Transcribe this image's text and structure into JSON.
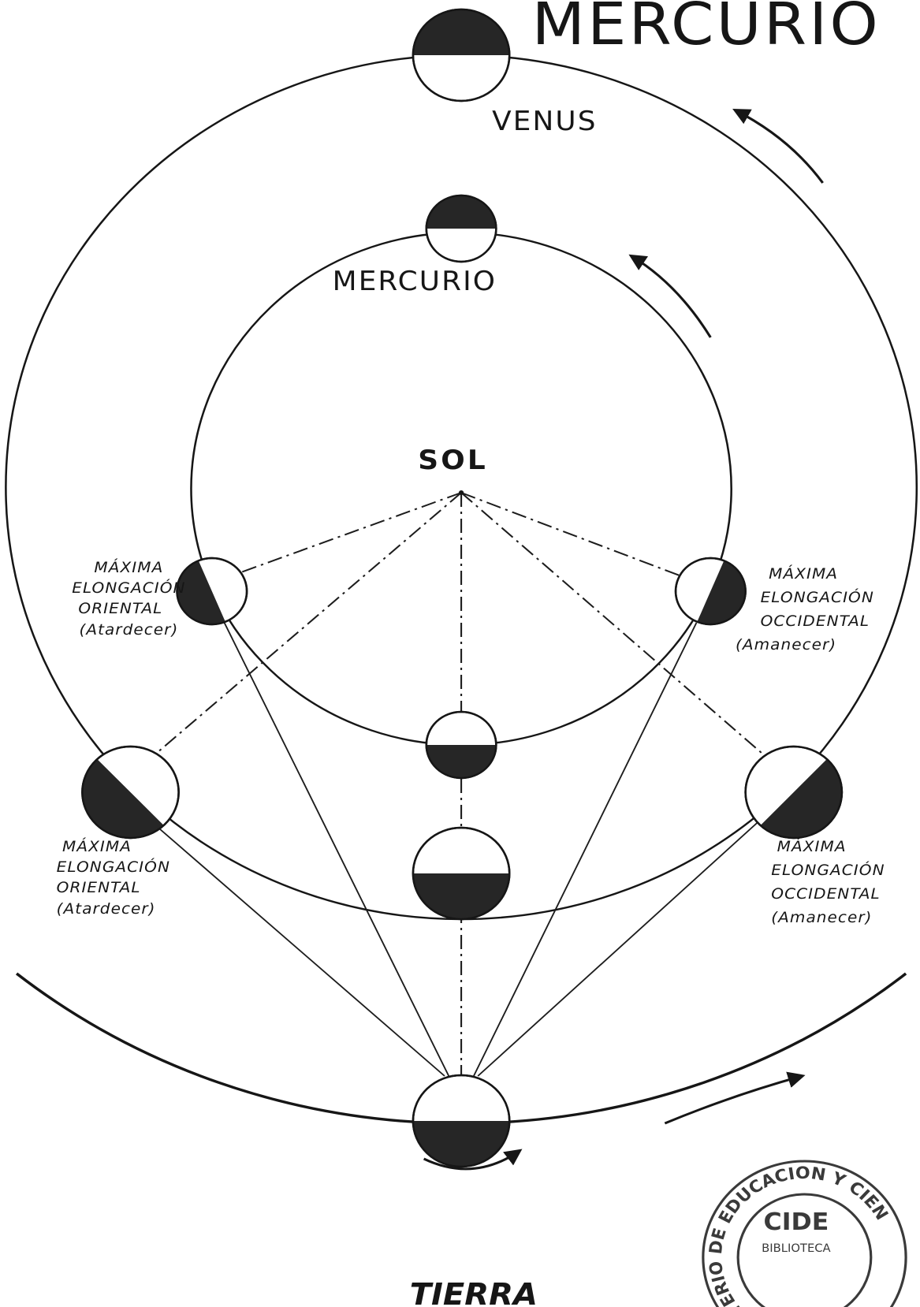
{
  "title": "MERCURIO",
  "orbit_labels": {
    "venus": "VENUS",
    "mercury": "MERCURIO"
  },
  "sun_label": "SOL",
  "earth_label": "TIERRA",
  "elongation_labels": {
    "mercury_eastern": [
      "MÁXIMA",
      "ELONGACIÓN",
      "ORIENTAL",
      "(Atardecer)"
    ],
    "mercury_western": [
      "MÁXIMA",
      "ELONGACIÓN",
      "OCCIDENTAL",
      "(Amanecer)"
    ],
    "venus_eastern": [
      "MÁXIMA",
      "ELONGACIÓN",
      "ORIENTAL",
      "(Atardecer)"
    ],
    "venus_western": [
      "MÁXIMA",
      "ELONGACIÓN",
      "OCCIDENTAL",
      "(Amanecer)"
    ]
  },
  "stamp": {
    "ring_text": "TERIO DE EDUCACION Y CIEN",
    "name": "CIDE",
    "subtitle": "BIBLIOTECA"
  },
  "icons": {
    "orbit_direction": "arrow-icon",
    "rotation_direction": "curved-arrow-icon"
  },
  "colors": {
    "ink": "#161616",
    "shadow": "#262626",
    "paper": "#ffffff",
    "stamp": "#3a3a3a"
  }
}
